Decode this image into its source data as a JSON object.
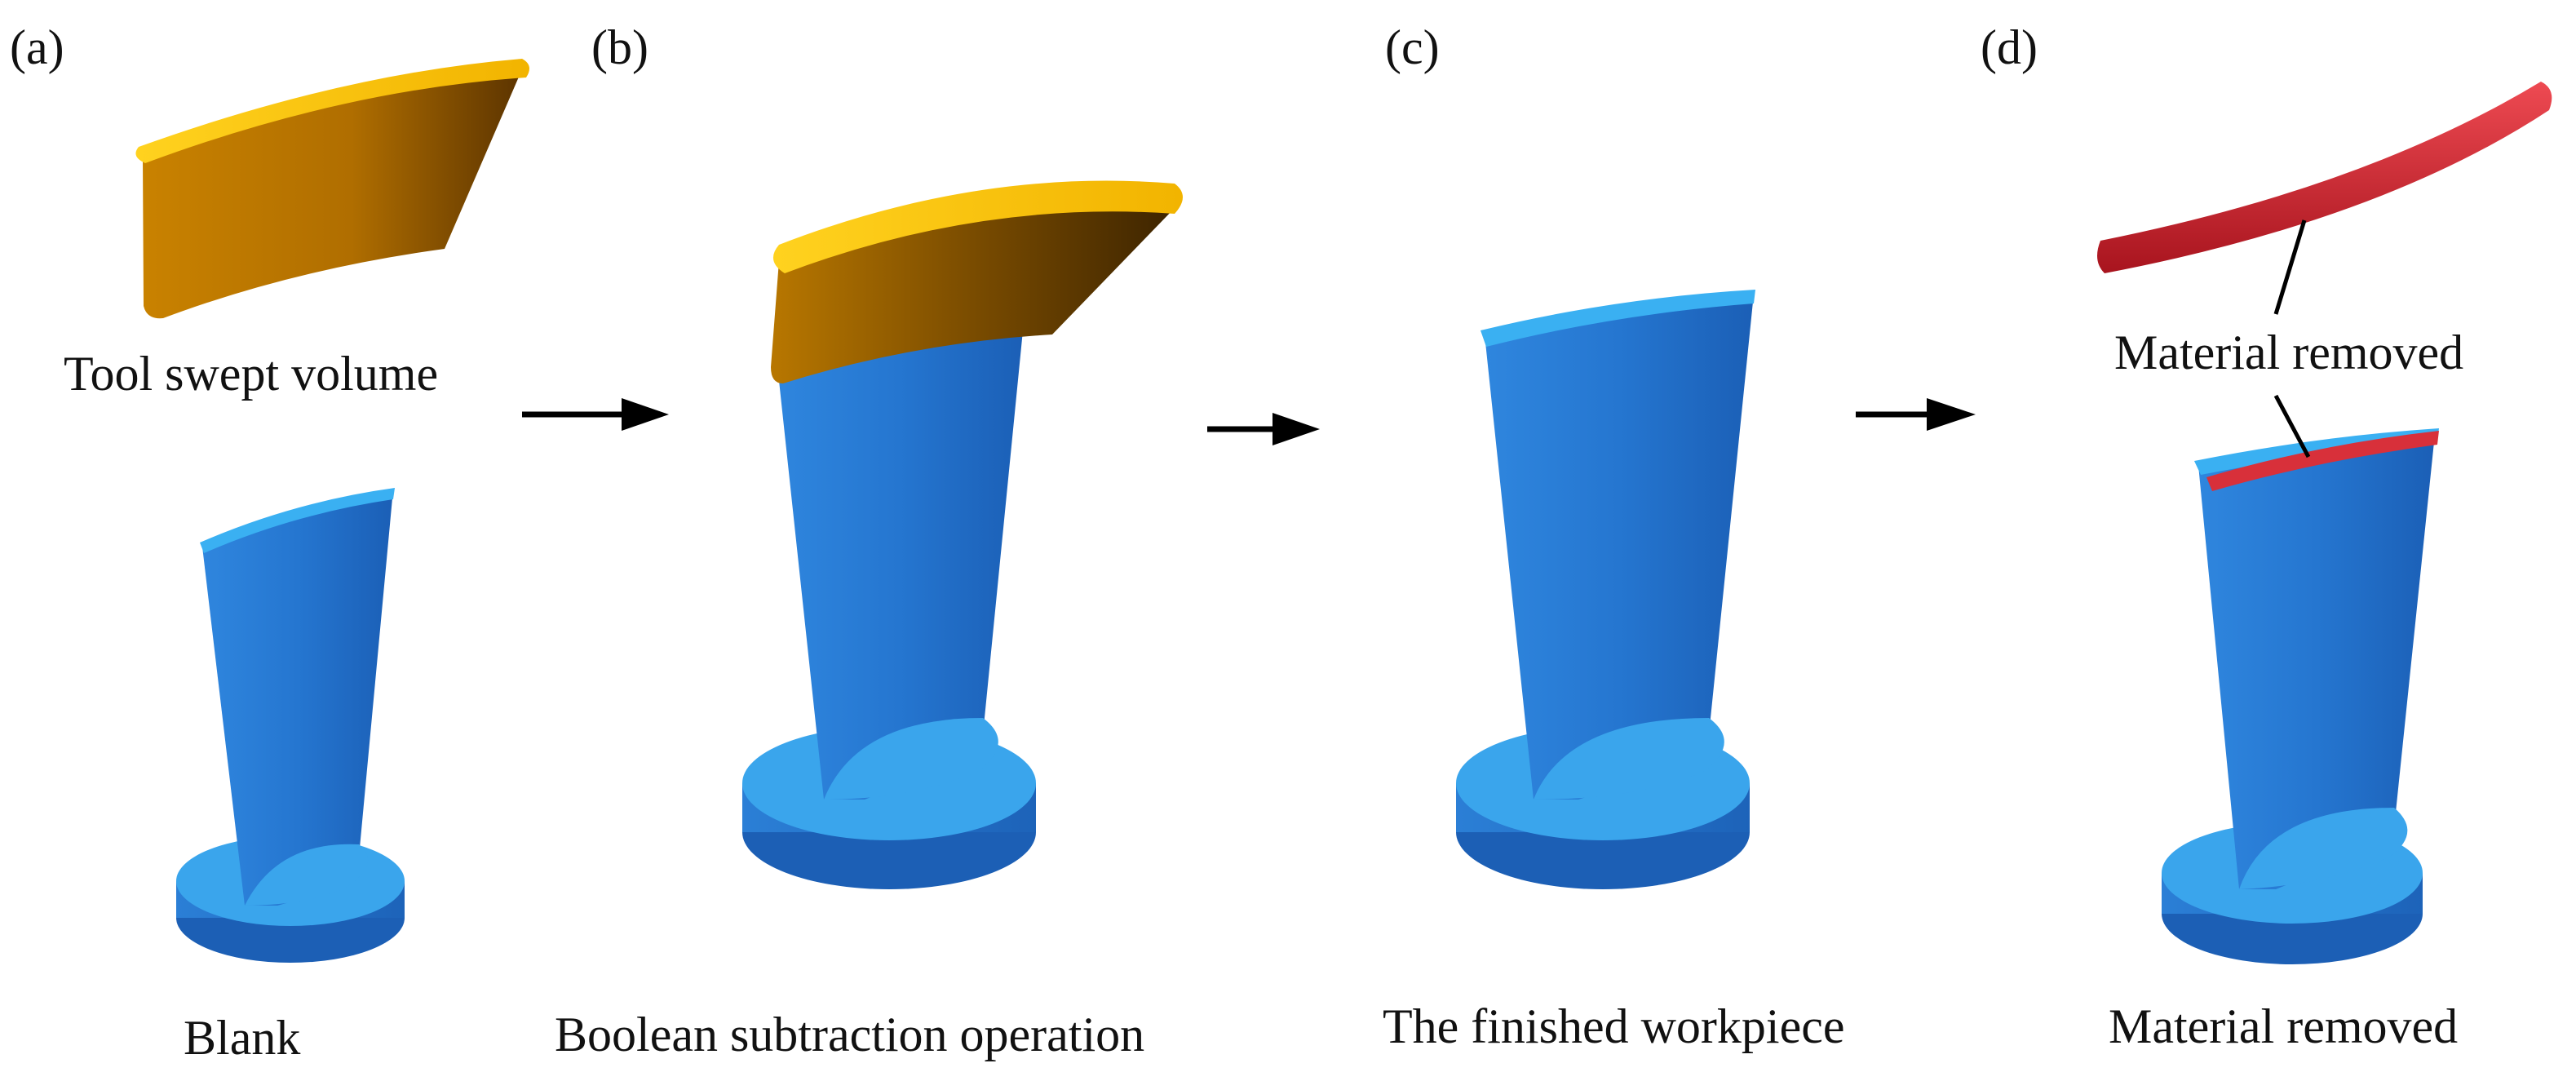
{
  "panels": [
    {
      "id": "a",
      "label": "(a)",
      "captions": {
        "top": "Tool swept volume",
        "bottom": "Blank"
      }
    },
    {
      "id": "b",
      "label": "(b)",
      "captions": {
        "bottom": "Boolean subtraction operation"
      }
    },
    {
      "id": "c",
      "label": "(c)",
      "captions": {
        "bottom": "The finished workpiece"
      }
    },
    {
      "id": "d",
      "label": "(d)",
      "captions": {
        "callout": "Material removed",
        "bottom": "Material removed"
      }
    }
  ],
  "colors": {
    "tool": "#e0a000",
    "tool_light": "#ffc61a",
    "tool_dark": "#6b4100",
    "workpiece": "#2a7ed8",
    "workpiece_light": "#49b4f5",
    "workpiece_dark": "#175bb0",
    "removed": "#d8303a",
    "arrow": "#000000"
  }
}
